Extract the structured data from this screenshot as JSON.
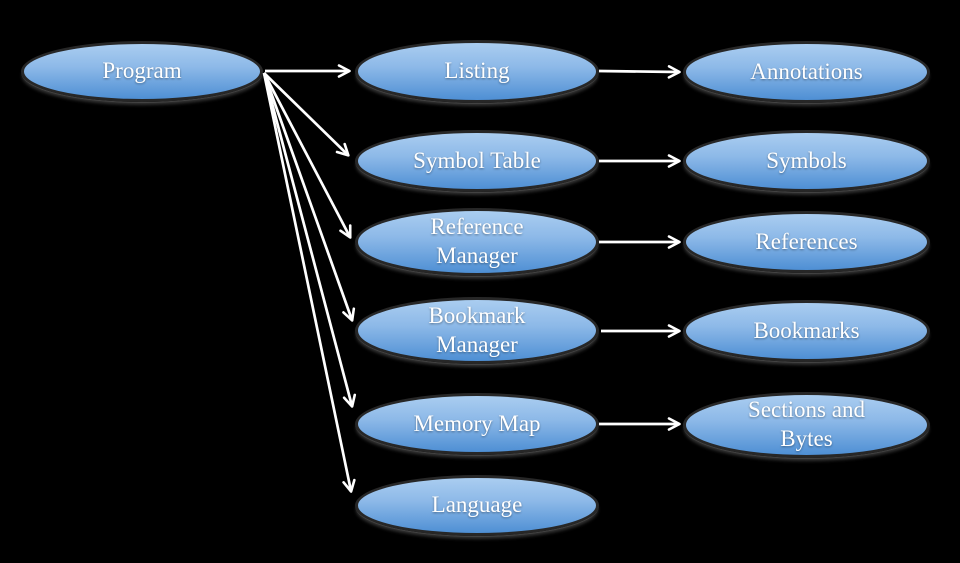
{
  "diagram": {
    "description": "Program component hierarchy diagram",
    "colors": {
      "background": "#000000",
      "node_gradient_top": "#aacdf0",
      "node_gradient_bottom": "#4e8fd4",
      "node_border": "#272727",
      "arrow": "#ffffff",
      "label_text": "#ffffff"
    },
    "nodes": {
      "program": {
        "label": "Program"
      },
      "listing": {
        "label": "Listing"
      },
      "symbol_table": {
        "label": "Symbol Table"
      },
      "reference_manager": {
        "label": "Reference\nManager"
      },
      "bookmark_manager": {
        "label": "Bookmark\nManager"
      },
      "memory_map": {
        "label": "Memory Map"
      },
      "language": {
        "label": "Language"
      },
      "annotations": {
        "label": "Annotations"
      },
      "symbols": {
        "label": "Symbols"
      },
      "references": {
        "label": "References"
      },
      "bookmarks": {
        "label": "Bookmarks"
      },
      "sections_and_bytes": {
        "label": "Sections and\nBytes"
      }
    },
    "edges": [
      {
        "from": "program",
        "to": "listing"
      },
      {
        "from": "program",
        "to": "symbol_table"
      },
      {
        "from": "program",
        "to": "reference_manager"
      },
      {
        "from": "program",
        "to": "bookmark_manager"
      },
      {
        "from": "program",
        "to": "memory_map"
      },
      {
        "from": "program",
        "to": "language"
      },
      {
        "from": "listing",
        "to": "annotations"
      },
      {
        "from": "symbol_table",
        "to": "symbols"
      },
      {
        "from": "reference_manager",
        "to": "references"
      },
      {
        "from": "bookmark_manager",
        "to": "bookmarks"
      },
      {
        "from": "memory_map",
        "to": "sections_and_bytes"
      }
    ]
  }
}
